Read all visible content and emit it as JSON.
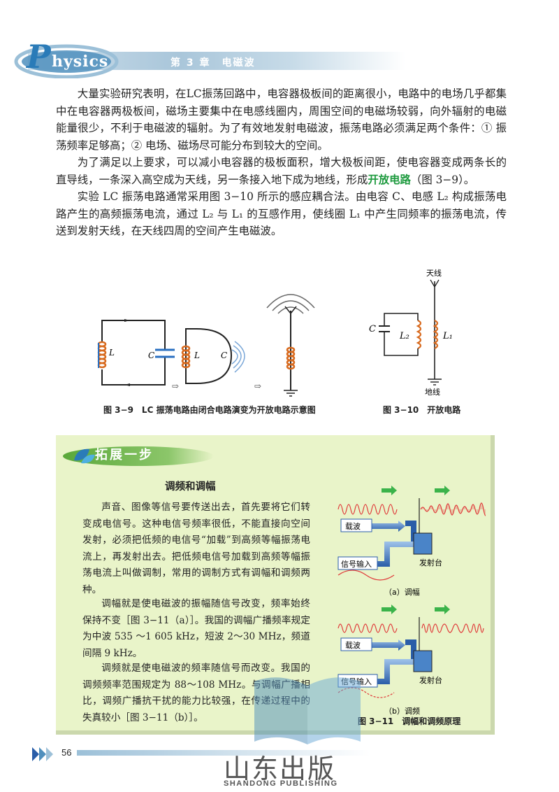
{
  "header": {
    "logo_initial": "P",
    "logo_rest": "hysics",
    "chapter": "第 3 章　电磁波"
  },
  "body": {
    "p1": "大量实验研究表明，在LC振荡回路中，电容器极板间的距离很小，电路中的电场几乎都集中在电容器两极板间，磁场主要集中在电感线圈内，周围空间的电磁场较弱，向外辐射的电磁能量很少，不利于电磁波的辐射。为了有效地发射电磁波，振荡电路必须满足两个条件：① 振荡频率足够高；② 电场、磁场尽可能分布到较大的空间。",
    "p2_pre": "为了满足以上要求，可以减小电容器的极板面积，增大极板间距，使电容器变成两条长的直导线，一条深入高空成为天线，另一条接入地下成为地线，形成",
    "p2_term": "开放电路",
    "p2_post": "（图 3−9）。",
    "p3": "实验 LC 振荡电路通常采用图 3−10 所示的感应耦合法。由电容 C、电感 L₂ 构成振荡电路产生的高频振荡电流，通过 L₂ 与 L₁ 的互感作用，使线圈 L₁ 中产生同频率的振荡电流，传送到发射天线，在天线四周的空间产生电磁波。"
  },
  "figures": {
    "fig39": {
      "label_L1": "L",
      "label_C1": "C",
      "label_L2": "L",
      "label_C2": "C",
      "caption": "图 3−9　LC 振荡电路由闭合电路演变为开放电路示意图"
    },
    "fig310": {
      "antenna": "天线",
      "ground": "地线",
      "label_C": "C",
      "label_L2": "L₂",
      "label_L1": "L₁",
      "caption": "图 3−10　开放电路"
    }
  },
  "extension": {
    "title": "拓展一步",
    "subtitle": "调频和调幅",
    "e1": "声音、图像等信号要传送出去，首先要将它们转变成电信号。这种电信号频率很低，不能直接向空间发射，必须把低频的电信号“加载”到高频等幅振荡电流上，再发射出去。把低频电信号加载到高频等幅振荡电流上叫做调制，常用的调制方式有调幅和调频两种。",
    "e2": "调幅就是使电磁波的振幅随信号改变，频率始终保持不变［图 3−11（a）］。我国的调幅广播频率规定为中波 535 ～1 605 kHz，短波 2～30 MHz，频道间隔 9 kHz。",
    "e3": "调频就是使电磁波的频率随信号而改变。我国的调频频率范围规定为 88～108 MHz。与调幅广播相比，调频广播抗干扰的能力比较强，在传递过程中的失真较小［图 3−11（b）］。",
    "fig311": {
      "carrier_a": "载波",
      "input_a": "信号输入",
      "tx_a": "发射台",
      "sub_a": "（a）调幅",
      "carrier_b": "载波",
      "input_b": "信号输入",
      "tx_b": "发射台",
      "sub_b": "（b）调频",
      "caption": "图 3−11　调幅和调频原理"
    }
  },
  "footer": {
    "page_number": "56",
    "publisher_cn": "山东出版",
    "publisher_en": "SHANDONG PUBLISHING"
  }
}
